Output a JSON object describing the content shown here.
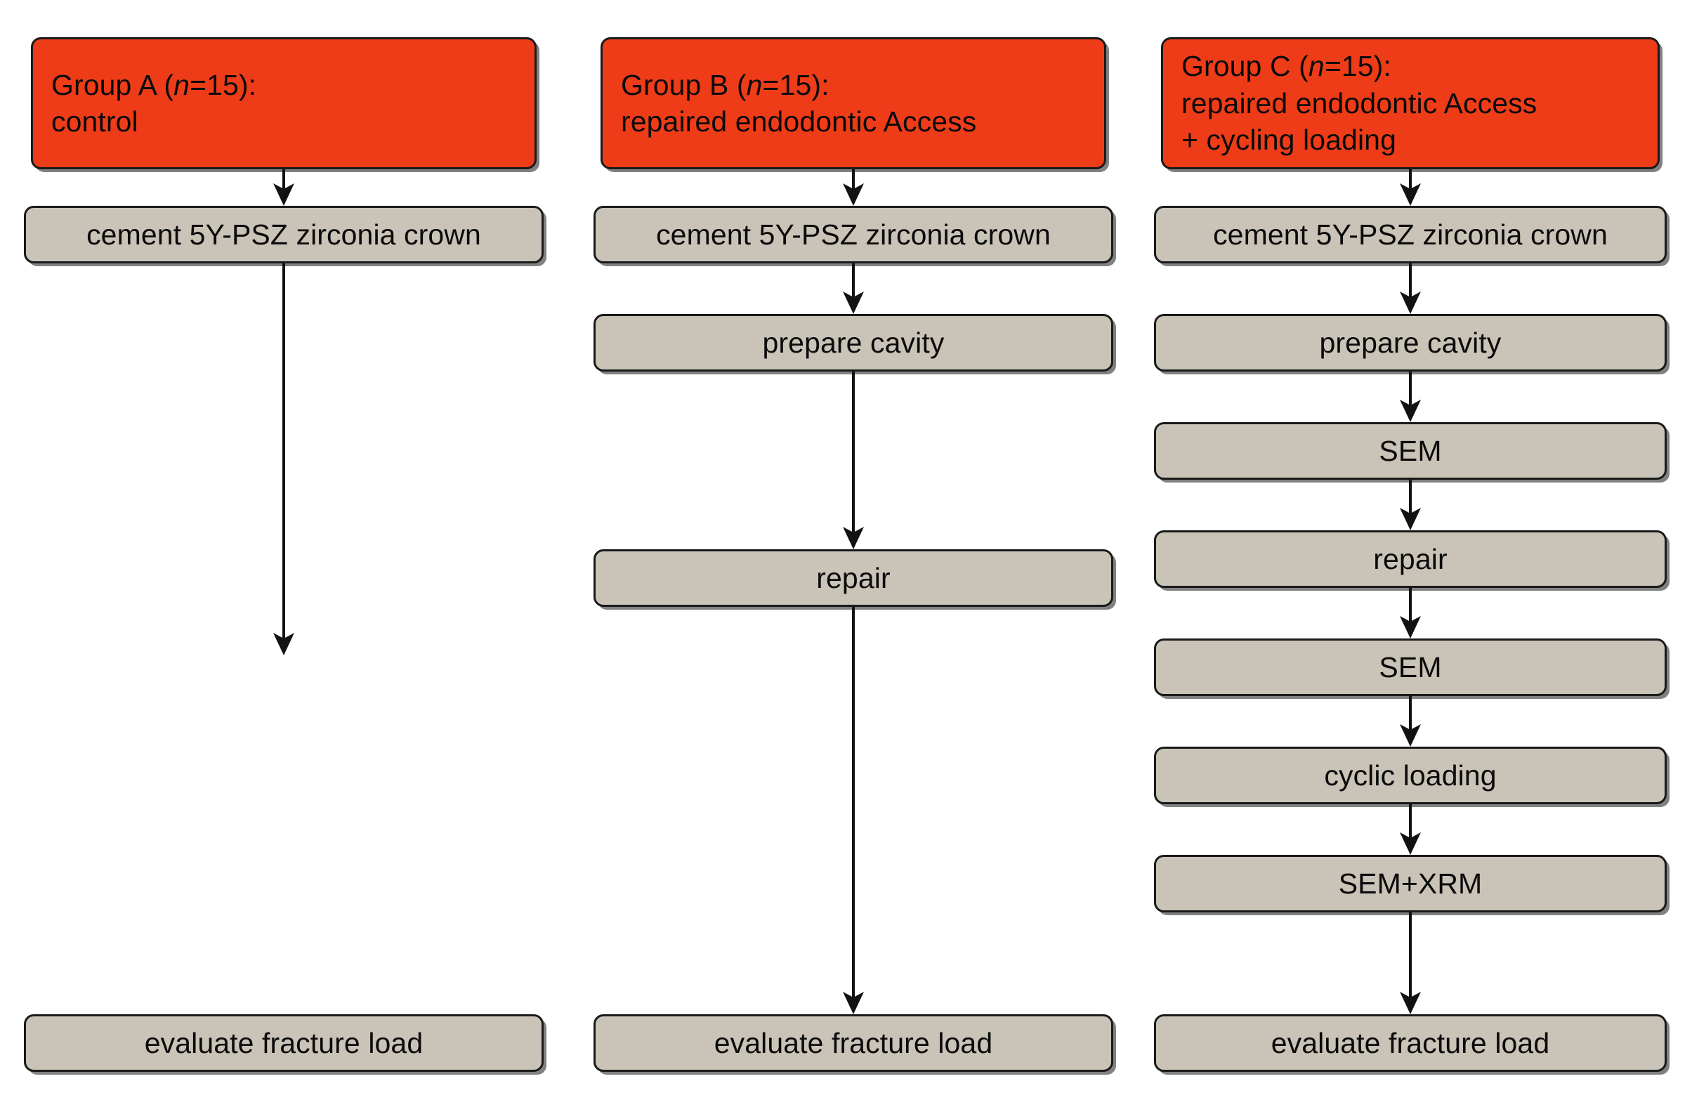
{
  "diagram": {
    "title_visible": false,
    "colors": {
      "header_fill": "#ee3c18",
      "step_fill": "#c9c3b8",
      "stroke": "#1a1a1a",
      "text": "#0b0b0b",
      "background": "#ffffff"
    },
    "columns": [
      {
        "id": "group-a",
        "header": {
          "lines": [
            {
              "prefix": "Group A (",
              "italic": "n",
              "suffix": "=15):"
            },
            {
              "prefix": "control",
              "italic": "",
              "suffix": ""
            }
          ],
          "text": "Group A (n=15): control"
        },
        "steps": [
          {
            "id": "a-step-1",
            "label": "cement 5Y-PSZ zirconia crown"
          },
          {
            "id": "a-step-2",
            "label": "evaluate fracture load"
          }
        ]
      },
      {
        "id": "group-b",
        "header": {
          "lines": [
            {
              "prefix": "Group B (",
              "italic": "n",
              "suffix": "=15):"
            },
            {
              "prefix": "repaired endodontic Access",
              "italic": "",
              "suffix": ""
            }
          ],
          "text": "Group B (n=15): repaired endodontic Access"
        },
        "steps": [
          {
            "id": "b-step-1",
            "label": "cement 5Y-PSZ zirconia crown"
          },
          {
            "id": "b-step-2",
            "label": "prepare cavity"
          },
          {
            "id": "b-step-3",
            "label": "repair"
          },
          {
            "id": "b-step-4",
            "label": "evaluate fracture load"
          }
        ]
      },
      {
        "id": "group-c",
        "header": {
          "lines": [
            {
              "prefix": "Group C (",
              "italic": "n",
              "suffix": "=15):"
            },
            {
              "prefix": "repaired endodontic Access",
              "italic": "",
              "suffix": ""
            },
            {
              "prefix": "+ cycling loading",
              "italic": "",
              "suffix": ""
            }
          ],
          "text": "Group C (n=15): repaired endodontic Access + cycling loading"
        },
        "steps": [
          {
            "id": "c-step-1",
            "label": "cement 5Y-PSZ zirconia crown"
          },
          {
            "id": "c-step-2",
            "label": "prepare cavity"
          },
          {
            "id": "c-step-3",
            "label": "SEM"
          },
          {
            "id": "c-step-4",
            "label": "repair"
          },
          {
            "id": "c-step-5",
            "label": "SEM"
          },
          {
            "id": "c-step-6",
            "label": "cyclic loading"
          },
          {
            "id": "c-step-7",
            "label": "SEM+XRM"
          },
          {
            "id": "c-step-8",
            "label": "evaluate fracture load"
          }
        ]
      }
    ],
    "group_count_label": "n=15"
  }
}
